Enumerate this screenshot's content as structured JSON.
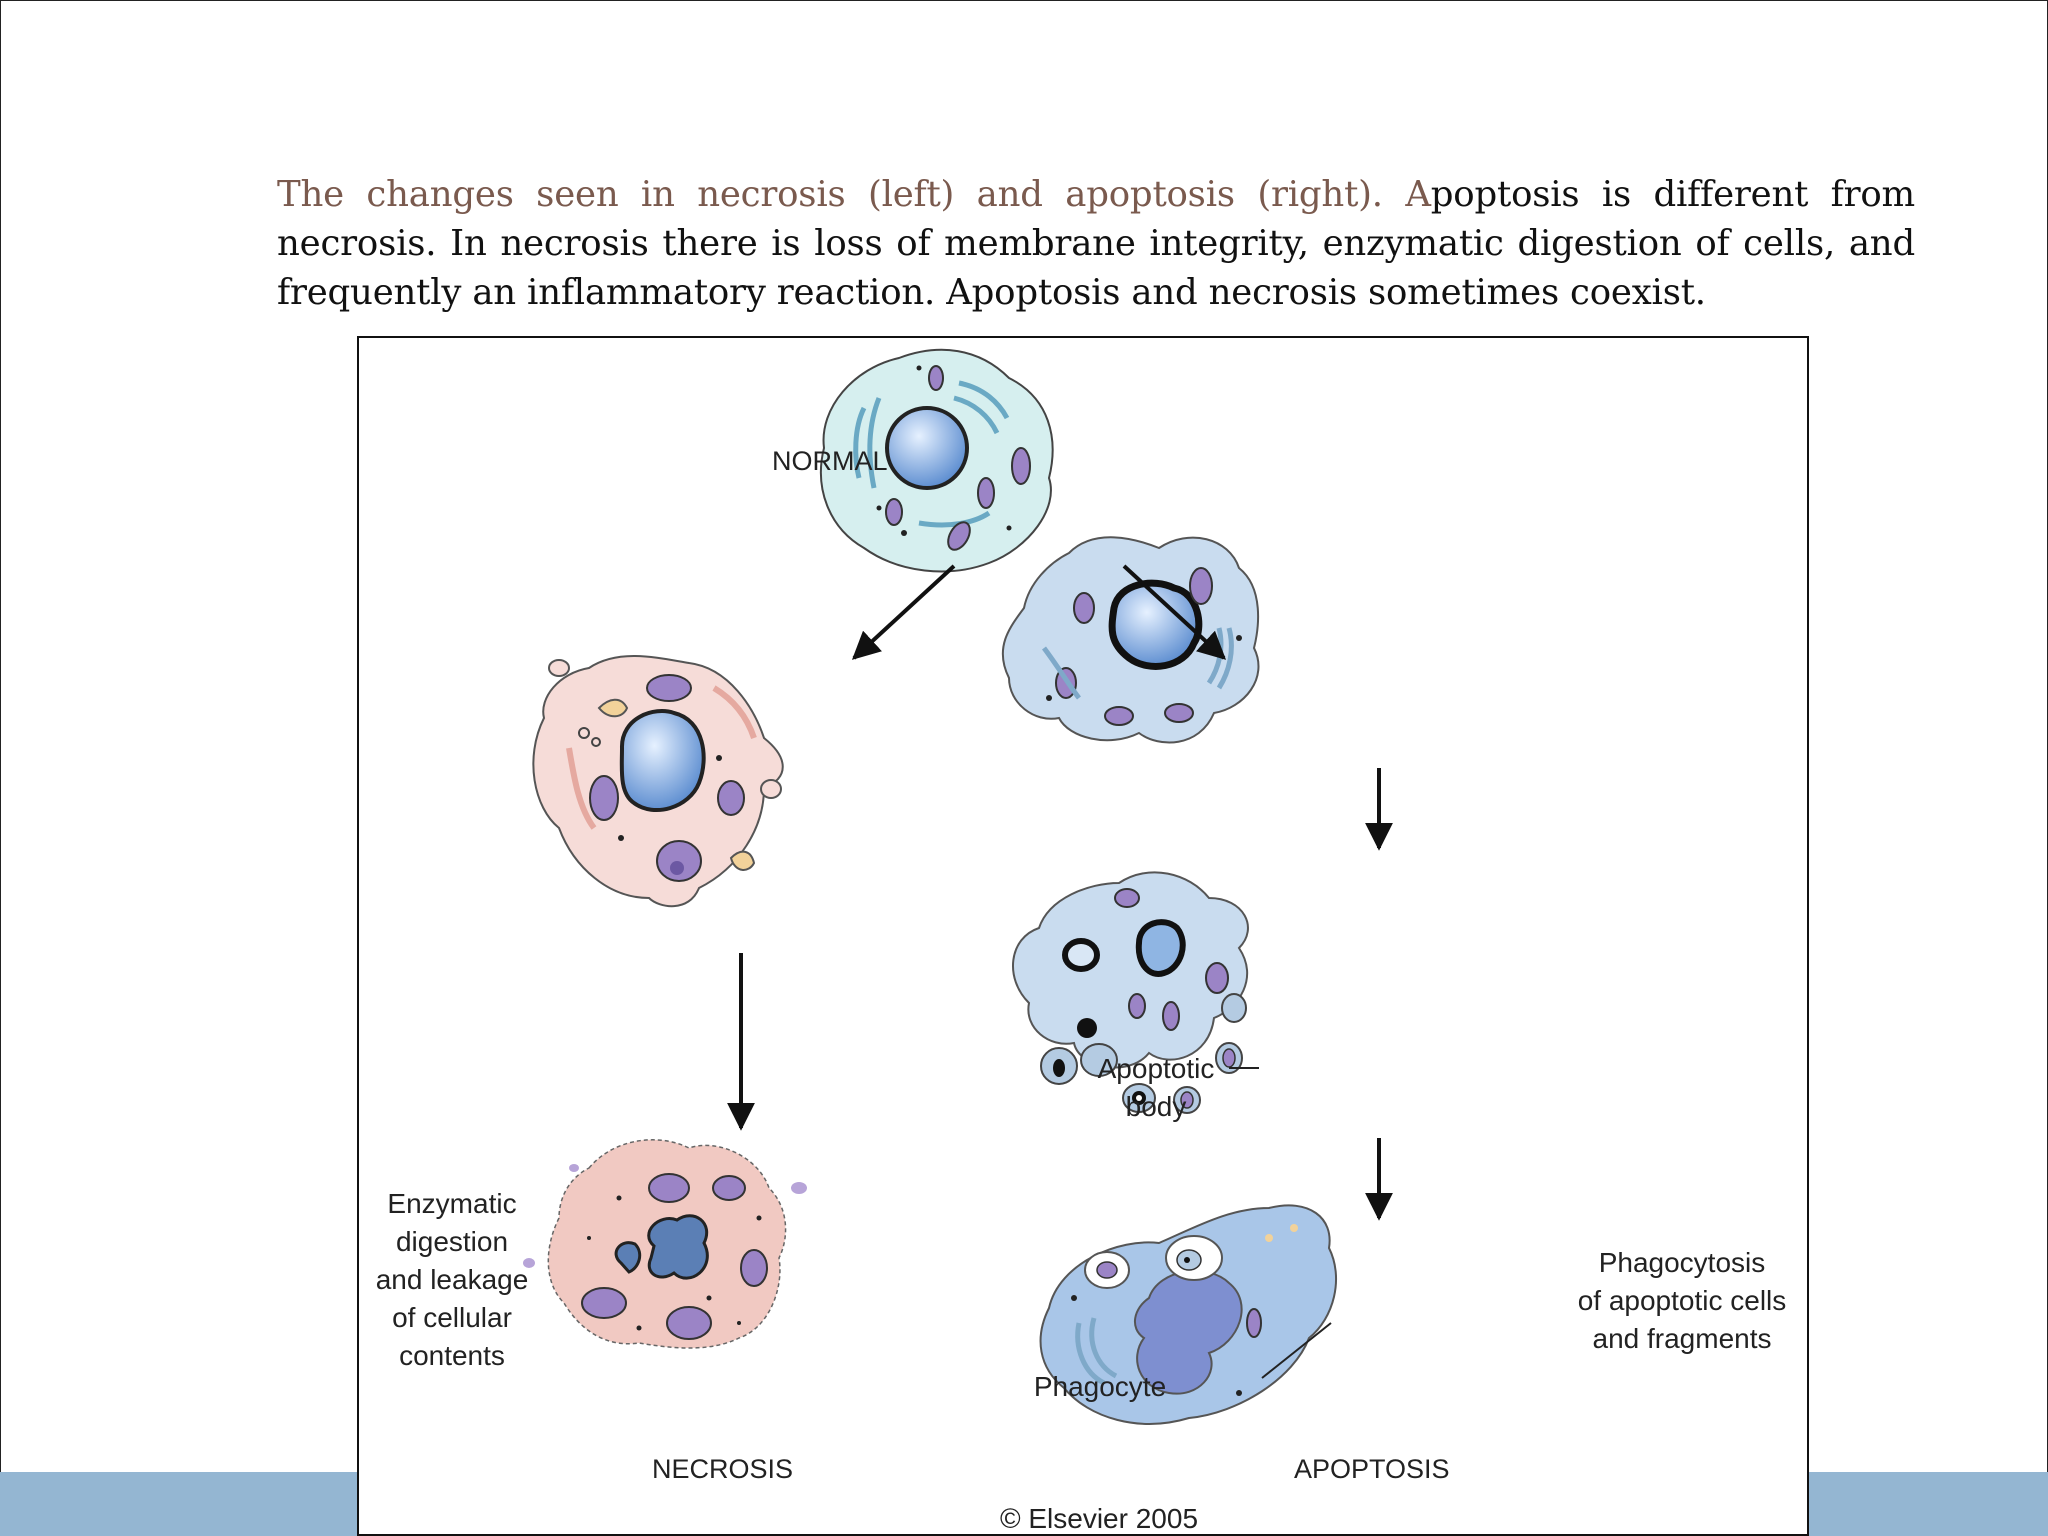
{
  "caption": {
    "lead": "The changes seen in necrosis (left) and apoptosis (right). A",
    "body": "poptosis is different from necrosis. In necrosis there is loss of membrane integrity, enzymatic digestion of cells, and frequently an inflammatory reaction. Apoptosis and necrosis sometimes coexist."
  },
  "figure": {
    "normal": "NORMAL",
    "necrosis": "NECROSIS",
    "apoptosis": "APOPTOSIS",
    "enzymatic": [
      "Enzymatic",
      "digestion",
      "and leakage",
      "of cellular",
      "contents"
    ],
    "apoptotic_body": [
      "Apoptotic",
      "body"
    ],
    "phagocyte": "Phagocyte",
    "phagocytosis": [
      "Phagocytosis",
      "of apoptotic cells",
      "and fragments"
    ],
    "copyright": "© Elsevier 2005"
  },
  "colors": {
    "accent_text": "#7a5a4e",
    "band": "#94b6d2",
    "normal_cell": "#d6efef",
    "necrotic_cell": "#f6dcd8",
    "apoptotic_cell": "#c9dcef",
    "nucleus": "#8fb5e3",
    "mitochondria": "#9b84c6"
  }
}
